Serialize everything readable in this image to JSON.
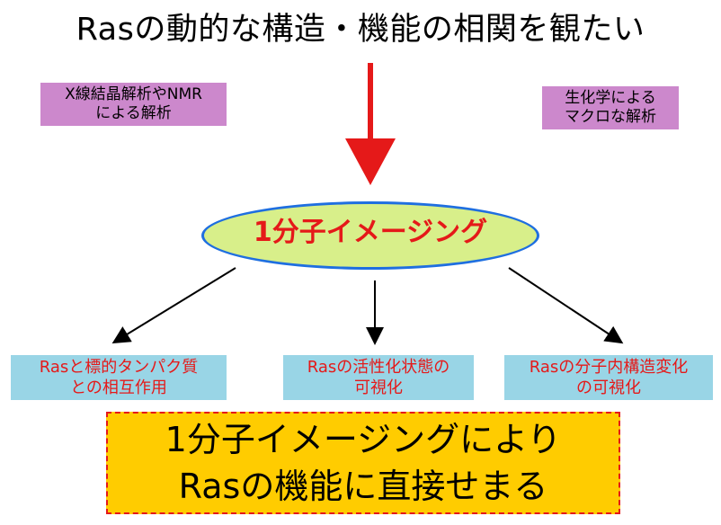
{
  "title": "Rasの動的な構造・機能の相関を観たい",
  "methods": {
    "left": [
      "X線結晶解析やNMR",
      "による解析"
    ],
    "right": [
      "生化学による",
      "マクロな解析"
    ]
  },
  "center": {
    "label": "1分子イメージング"
  },
  "goals": [
    [
      "Rasと標的タンパク質",
      "との相互作用"
    ],
    [
      "Rasの活性化状態の",
      "可視化"
    ],
    [
      "Rasの分子内構造変化",
      "の可視化"
    ]
  ],
  "conclusion": [
    "1分子イメージングにより",
    "Rasの機能に直接せまる"
  ],
  "colors": {
    "purple_box": "#cc88cc",
    "ellipse_fill": "#d8ef8a",
    "ellipse_border": "#1f6fe0",
    "accent_red": "#e51919",
    "goal_box": "#99d5e6",
    "conclusion_box": "#ffcc00"
  }
}
